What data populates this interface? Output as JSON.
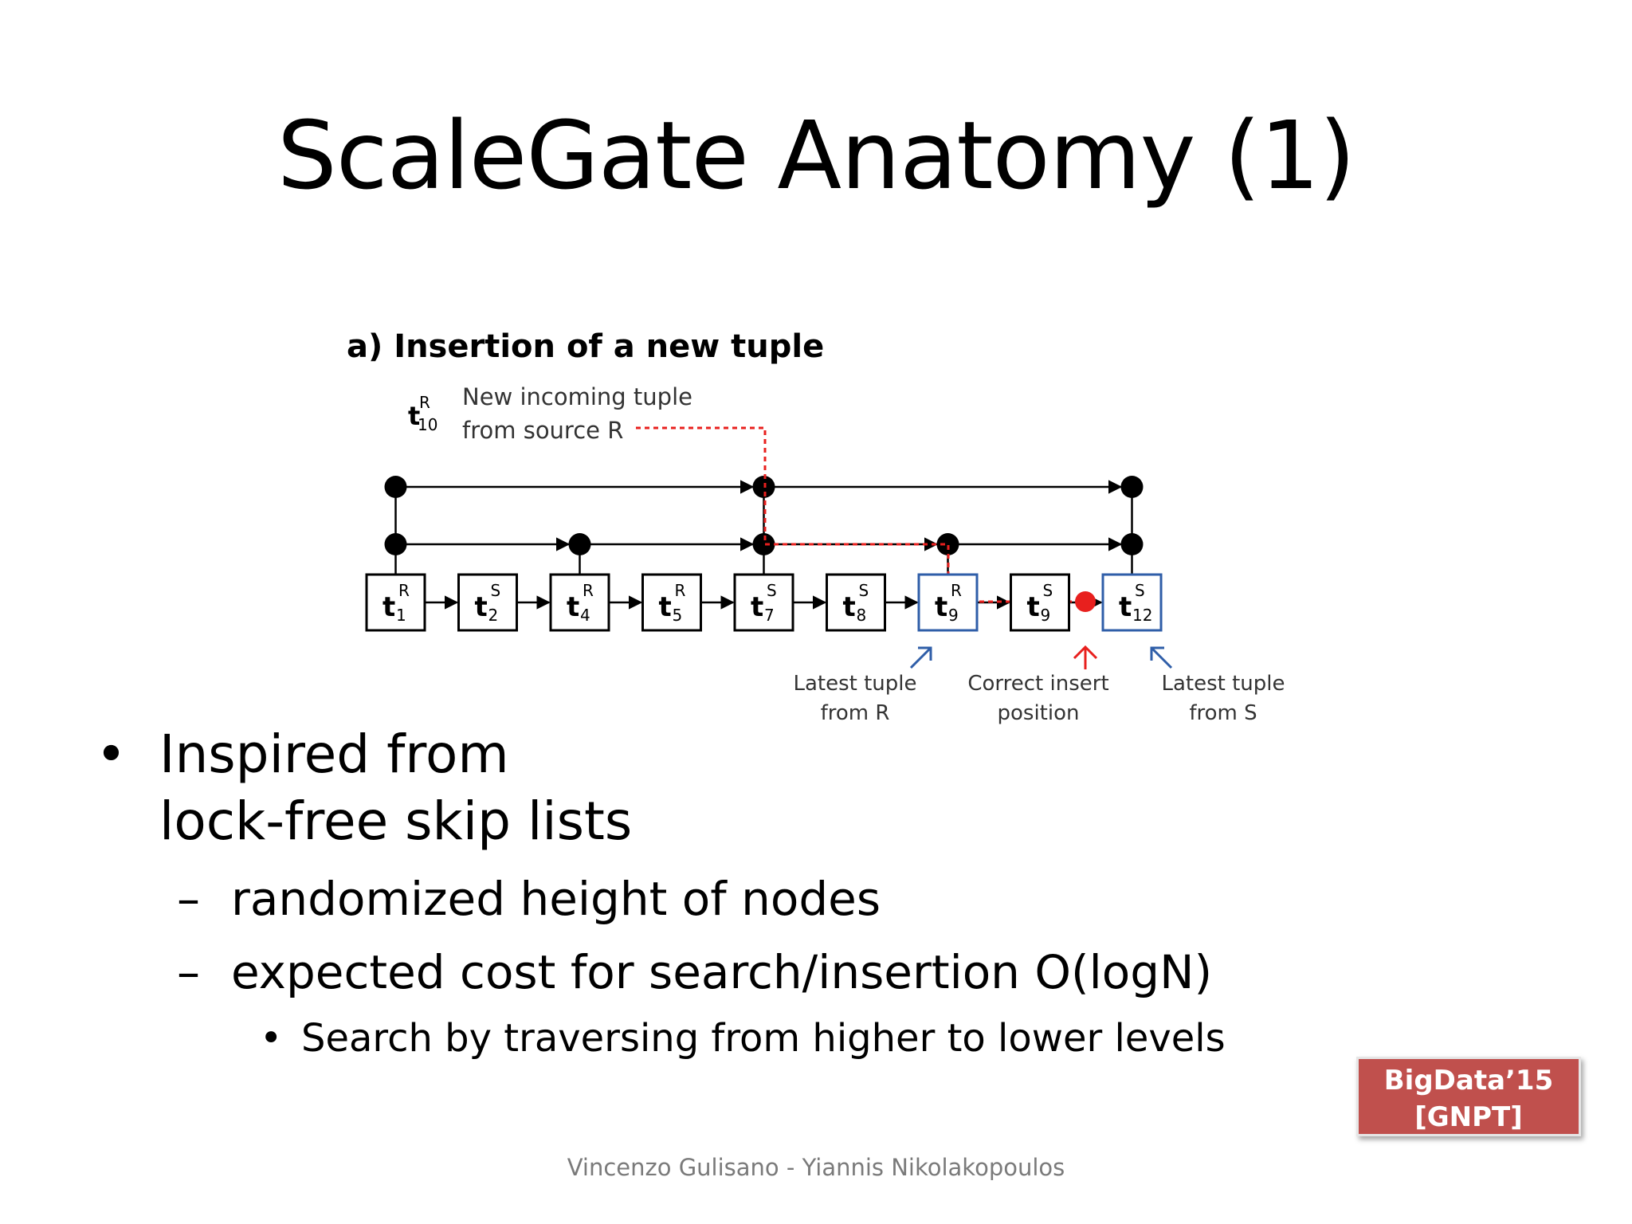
{
  "slide": {
    "title": "ScaleGate Anatomy (1)",
    "footer": "Vincenzo Gulisano - Yiannis Nikolakopoulos",
    "badge": {
      "line1": "BigData’15",
      "line2": "[GNPT]",
      "color": "#c0504d"
    }
  },
  "figure": {
    "heading": "a) Insertion of a new tuple",
    "incoming_tuple": {
      "base": "t",
      "sup": "R",
      "sub": "10"
    },
    "incoming_caption": [
      "New incoming tuple",
      "from source R"
    ],
    "nodes": [
      {
        "base": "t",
        "sup": "R",
        "sub": "1"
      },
      {
        "base": "t",
        "sup": "S",
        "sub": "2"
      },
      {
        "base": "t",
        "sup": "R",
        "sub": "4"
      },
      {
        "base": "t",
        "sup": "R",
        "sub": "5"
      },
      {
        "base": "t",
        "sup": "S",
        "sub": "7"
      },
      {
        "base": "t",
        "sup": "S",
        "sub": "8"
      },
      {
        "base": "t",
        "sup": "R",
        "sub": "9"
      },
      {
        "base": "t",
        "sup": "S",
        "sub": "9"
      },
      {
        "base": "t",
        "sup": "S",
        "sub": "12"
      }
    ],
    "annotations": [
      [
        "Latest tuple",
        "from R"
      ],
      [
        "Correct insert",
        "position"
      ],
      [
        "Latest tuple",
        "from S"
      ]
    ],
    "colors": {
      "path": "#e8201e",
      "latest": "#2f5ea8",
      "line": "#000000"
    }
  },
  "bullets": [
    {
      "level": 1,
      "marker": "•",
      "lines": [
        "Inspired from",
        "lock-free skip lists"
      ]
    },
    {
      "level": 2,
      "marker": "–",
      "text": "randomized height of nodes"
    },
    {
      "level": 2,
      "marker": "–",
      "text": "expected cost for search/insertion O(logN)"
    },
    {
      "level": 3,
      "marker": "•",
      "text": "Search by traversing from higher to lower levels"
    }
  ]
}
